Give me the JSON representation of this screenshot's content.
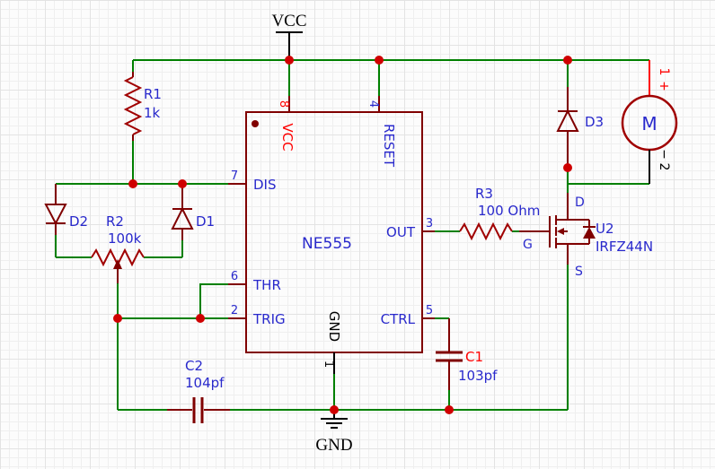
{
  "colors": {
    "wire_green": "#008000",
    "component_maroon": "#800000",
    "resistor_red": "#A00000",
    "junction_red": "#CF0000",
    "label_blue": "#2929CC",
    "label_red": "#FF0000",
    "label_black": "#000000",
    "background": "#FCFCFC"
  },
  "power": {
    "vcc_label": "VCC",
    "gnd_label": "GND"
  },
  "ic": {
    "name": "NE555",
    "pins": {
      "p1": {
        "num": "1",
        "name": "GND"
      },
      "p2": {
        "num": "2",
        "name": "TRIG"
      },
      "p3": {
        "num": "3",
        "name": "OUT"
      },
      "p4": {
        "num": "4",
        "name": "RESET"
      },
      "p5": {
        "num": "5",
        "name": "CTRL"
      },
      "p6": {
        "num": "6",
        "name": "THR"
      },
      "p7": {
        "num": "7",
        "name": "DIS"
      },
      "p8": {
        "num": "8",
        "name": "VCC"
      }
    }
  },
  "resistors": {
    "r1": {
      "ref": "R1",
      "value": "1k"
    },
    "r2": {
      "ref": "R2",
      "value": "100k"
    },
    "r3": {
      "ref": "R3",
      "value": "100 Ohm"
    }
  },
  "capacitors": {
    "c1": {
      "ref": "C1",
      "value": "103pf"
    },
    "c2": {
      "ref": "C2",
      "value": "104pf"
    }
  },
  "diodes": {
    "d1": {
      "ref": "D1"
    },
    "d2": {
      "ref": "D2"
    },
    "d3": {
      "ref": "D3"
    }
  },
  "mosfet": {
    "ref": "U2",
    "part": "IRFZ44N",
    "pin_d": "D",
    "pin_g": "G",
    "pin_s": "S"
  },
  "motor": {
    "label": "M",
    "pos_num": "1",
    "pos_sign": "+",
    "neg_num": "2",
    "neg_sign": "−"
  }
}
